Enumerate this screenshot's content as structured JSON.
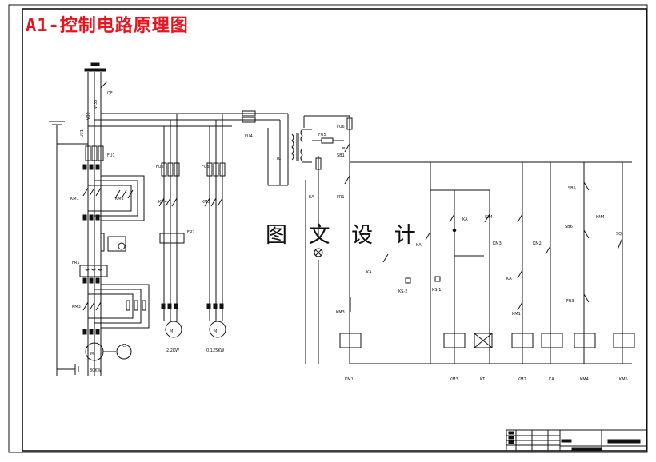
{
  "title": "A1-控制电路原理图",
  "watermark": "图 文 设 计",
  "labels": {
    "qf": "QF",
    "u": "U31",
    "v": "V32",
    "w": "W33",
    "fu1": "FU1",
    "fu2": "FU2",
    "fu3": "FU3",
    "fu4": "FU4",
    "fu5": "FU5",
    "fu6": "FU6",
    "km1": "KM1",
    "km2": "KM2",
    "km3": "KM3",
    "km4": "KM4",
    "km5": "KM5",
    "fr1": "FR1",
    "fr2": "FR2",
    "fr3": "FR3",
    "ka": "KA",
    "ks1": "KS-1",
    "ks2": "KS-2",
    "sb1": "SB1",
    "sb4": "SB4",
    "sb5": "SB5",
    "sb6": "SB6",
    "sq": "SQ",
    "kt": "KT",
    "tc": "TC",
    "ea": "EA",
    "ks": "KS",
    "m": "M",
    "motor1": "30KW",
    "motor2": "2.2KW",
    "motor3": "0.125KW"
  },
  "coil_labels": [
    "KM1",
    "KM3",
    "KT",
    "KM2",
    "KA",
    "KM4",
    "KM5"
  ]
}
